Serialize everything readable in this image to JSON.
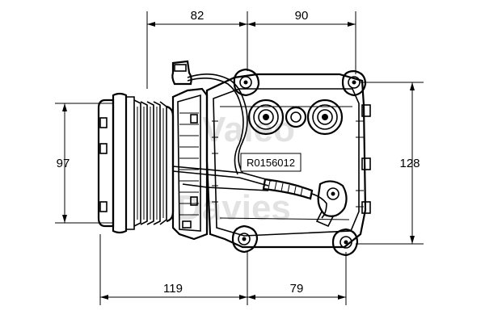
{
  "drawing": {
    "dimensions": {
      "top_left_width": "82",
      "top_right_width": "90",
      "pulley_height": "97",
      "body_height": "128",
      "bottom_left_length": "119",
      "bottom_right_length": "79"
    },
    "part_number": "R0156012",
    "watermark": "Valeo Davies",
    "line_color": "#000000",
    "watermark_color": "#9a9a9a"
  }
}
